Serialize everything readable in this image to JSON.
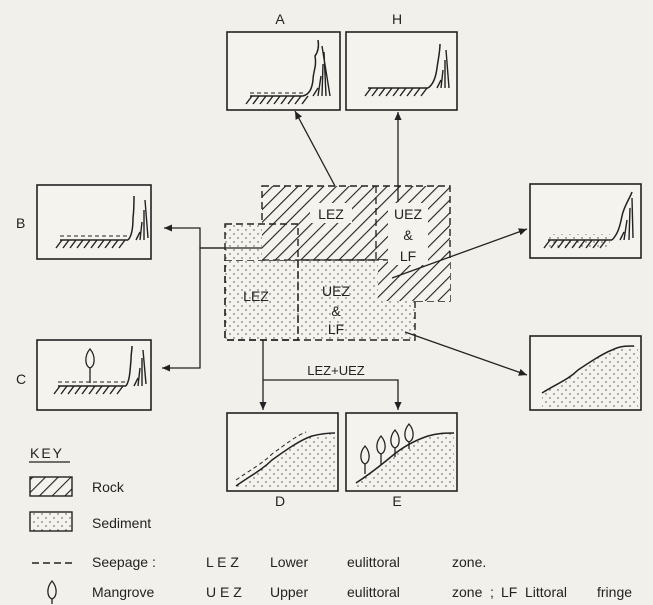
{
  "panels": {
    "a": "A",
    "h": "H",
    "b": "B",
    "c": "C",
    "d": "D",
    "e": "E"
  },
  "zones": {
    "rock_lez": "LEZ",
    "rock_uez_lf": [
      "UEZ",
      "&",
      "LF"
    ],
    "sed_lez": "LEZ",
    "sed_uez_lf": [
      "UEZ",
      "&",
      "LF"
    ]
  },
  "arrow_label": "LEZ+UEZ",
  "key": {
    "title": "KEY",
    "rock": "Rock",
    "sediment": "Sediment",
    "seepage": {
      "term": "Seepage",
      "sep": ":",
      "abbr": "L E Z",
      "w1": "Lower",
      "w2": "eulittoral",
      "w3": "zone."
    },
    "mangrove": {
      "term": "Mangrove",
      "abbr": "U E Z",
      "w1": "Upper",
      "w2": "eulittoral",
      "w3": "zone",
      "sep": ";",
      "abbr2": "LF",
      "w4": "Littoral",
      "w5": "fringe"
    }
  }
}
